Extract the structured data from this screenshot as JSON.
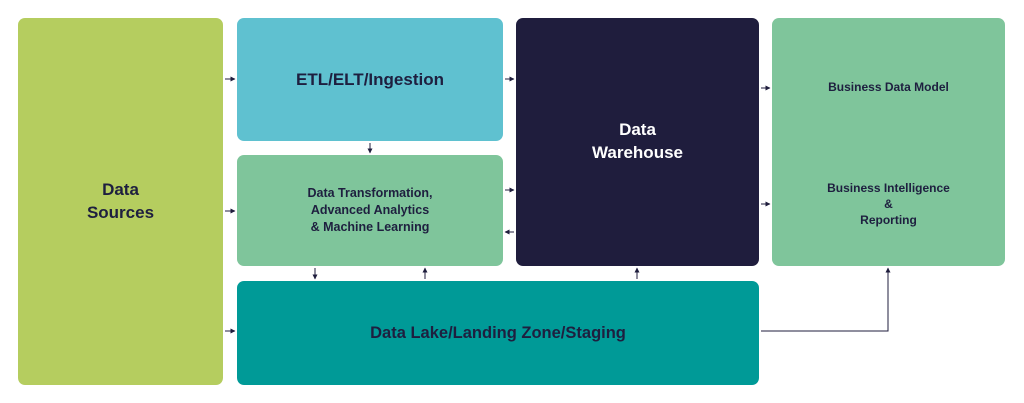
{
  "colors": {
    "data_sources": "#b5cd5f",
    "etl": "#5fc1d0",
    "transformation": "#7fc59b",
    "warehouse": "#1f1d3d",
    "business": "#7fc59b",
    "lake": "#009a97",
    "arrow": "#1f1d3d"
  },
  "boxes": {
    "data_sources": "Data\nSources",
    "etl": "ETL/ELT/Ingestion",
    "transformation": "Data Transformation,\nAdvanced Analytics\n& Machine Learning",
    "warehouse": "Data\nWarehouse",
    "business_data_model": "Business Data Model",
    "business_intelligence": "Business Intelligence\n&\nReporting",
    "lake": "Data Lake/Landing Zone/Staging"
  }
}
